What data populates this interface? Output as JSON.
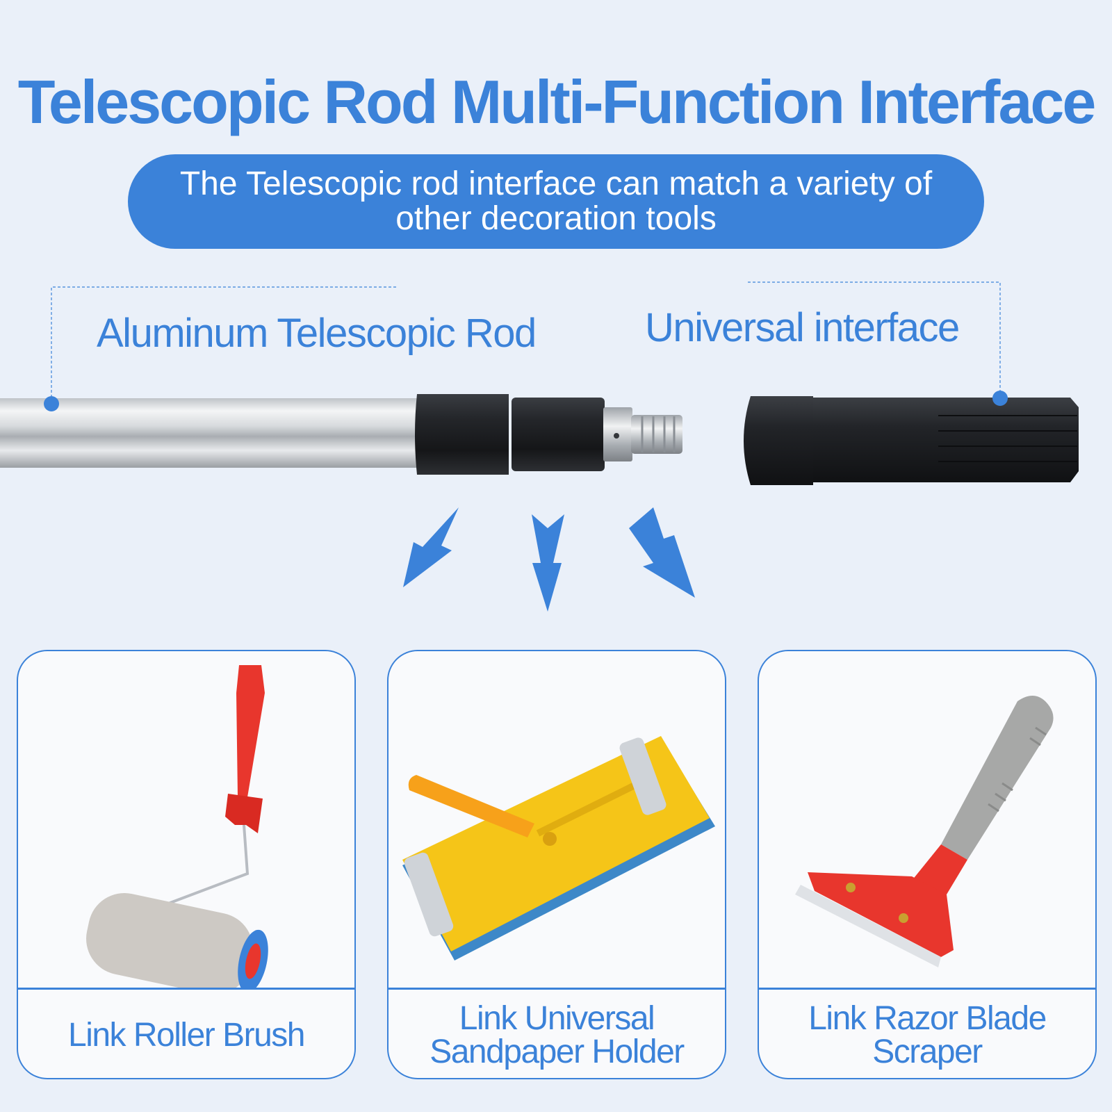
{
  "colors": {
    "accent": "#3b82d9",
    "background": "#eaf0f9",
    "card_bg": "#f9fafc",
    "pill_text": "#ffffff"
  },
  "header": {
    "title": "Telescopic Rod Multi-Function Interface",
    "subtitle": "The Telescopic rod interface can match a variety of other decoration tools"
  },
  "callouts": {
    "rod_label": "Aluminum Telescopic Rod",
    "interface_label": "Universal  interface"
  },
  "icons": [
    "arrow-down-left-icon",
    "arrow-down-icon",
    "arrow-down-right-icon"
  ],
  "cards": [
    {
      "caption": "Link Roller Brush",
      "image": "roller-brush"
    },
    {
      "caption": "Link Universal Sandpaper Holder",
      "image": "sandpaper-holder"
    },
    {
      "caption": "Link Razor  Blade Scraper",
      "image": "razor-blade-scraper"
    }
  ]
}
